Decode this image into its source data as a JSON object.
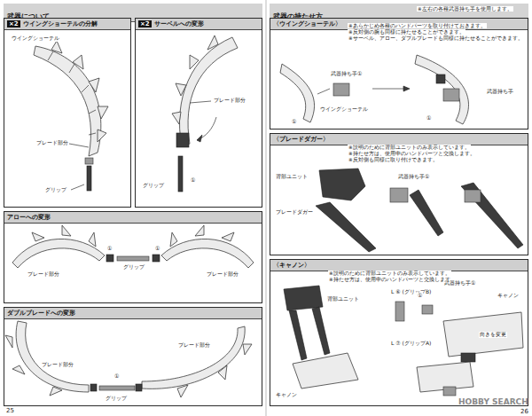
{
  "diagram": {
    "nodes": [
      {
        "text": [
          "武器について"
        ]
      },
      {
        "text": [
          "×2",
          "ウイングショーテルの分解"
        ]
      },
      {
        "text": [
          "×2",
          "サーベルへの変形"
        ]
      },
      {
        "text": [
          "アローへの変形"
        ]
      },
      {
        "text": [
          "ダブルブレードへの変形"
        ]
      },
      {
        "text": [
          "武器の持たせ方"
        ]
      },
      {
        "text": [
          "〈ウイングショーテル〉"
        ]
      },
      {
        "text": [
          "〈ブレードダガー〉"
        ]
      },
      {
        "text": [
          "〈キャノン〉"
        ]
      }
    ],
    "labels": [
      "ウイングショーテル",
      "ブレード部分",
      "グリップ",
      "ブレード部分",
      "グリップ",
      "①",
      "ブレード部分",
      "ブレード部分",
      "グリップ",
      "①",
      "①",
      "ブレード部分",
      "ブレード部分",
      "グリップ",
      "①",
      "25",
      "※左右の各種武器持ち手を使用します。",
      "※あらかじめ各種のハンドパーツを取り付けておきます。",
      "※反対側の腕も同様に持たせることができます。",
      "※サーベル、アロー、ダブルブレードも同様に持たせることができます。",
      "ウイングショーテル",
      "武器持ち手①",
      "①",
      "武器持ち手",
      "①",
      "※説明のために背部ユニットのみ表示しています。",
      "※持たせ方は、使用中のハンドパーツと交換します。",
      "※反対側も同様に取り付けできます。",
      "背部ユニット",
      "ブレードダガー",
      "武器持ち手①",
      "※説明のために背部ユニットのみ表示しています。",
      "※持たせ方は、使用中のハンドパーツと交換します。",
      "背部ユニット",
      "キャノン",
      "L ⑥ (グリップB)",
      "武器持ち手①",
      "キャノン",
      "向きを変更",
      "L ⑦ (グリップA)",
      "①",
      "26",
      "HOBBY SEARCH"
    ]
  }
}
